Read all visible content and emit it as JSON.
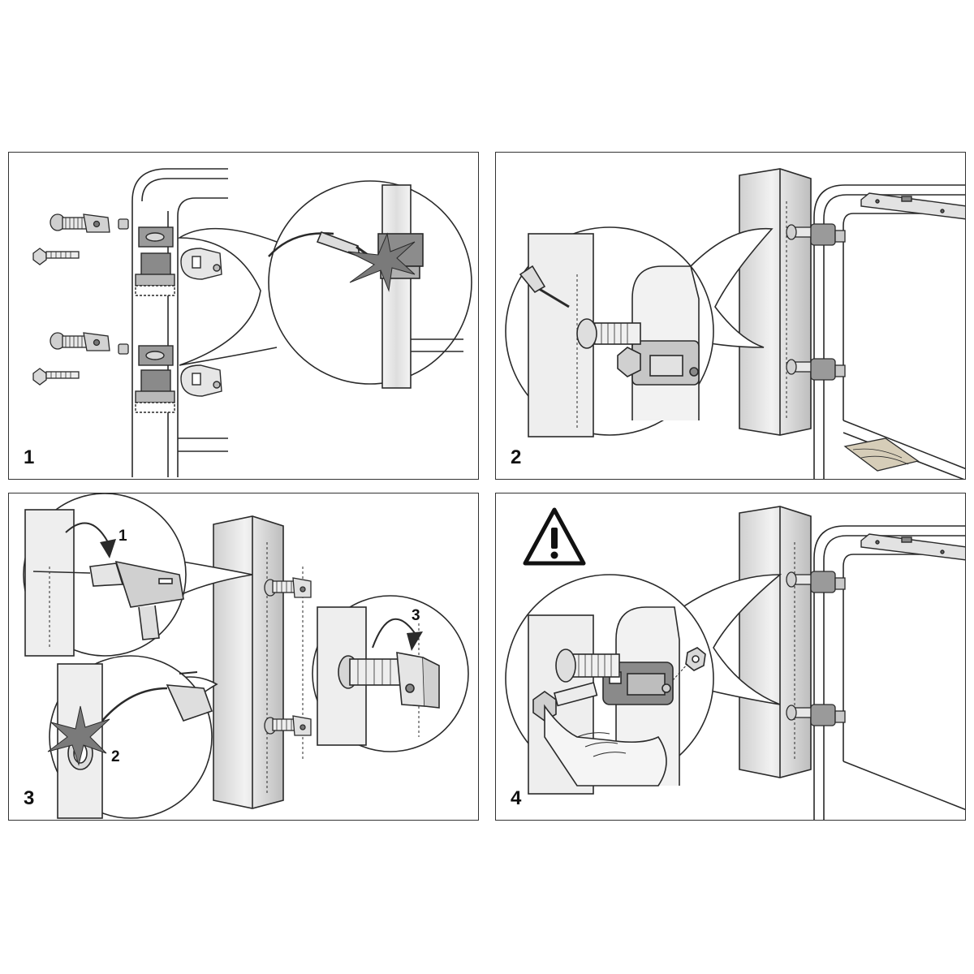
{
  "panels": [
    {
      "step": "1"
    },
    {
      "step": "2"
    },
    {
      "step": "3",
      "callouts": [
        "1",
        "2",
        "3"
      ]
    },
    {
      "step": "4"
    }
  ],
  "colors": {
    "line": "#2a2a2a",
    "metal_light": "#e9e9e9",
    "metal_mid": "#c9c9c9",
    "metal_dark": "#8f8f8f",
    "part_dark": "#6e6e6e",
    "wood": "#d6cdb8"
  },
  "icons": {
    "warning": "warning-triangle-icon",
    "spark": "welding-spark-icon",
    "rotate": "rotation-arrow-icon"
  }
}
